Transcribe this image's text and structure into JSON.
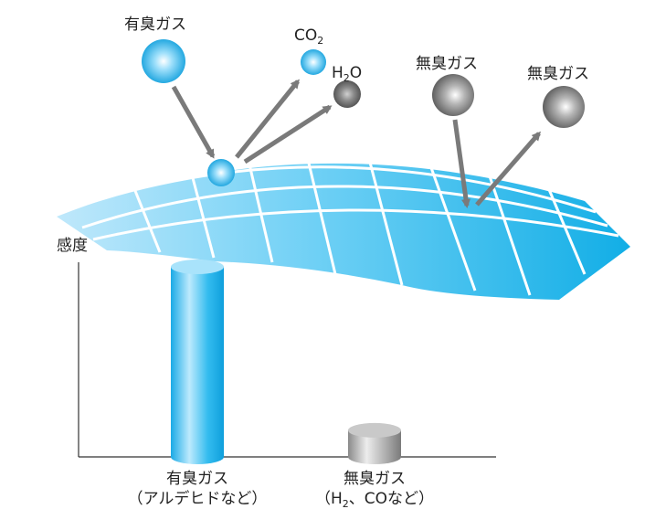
{
  "molecules": {
    "odor_gas": "有臭ガス",
    "co2": "CO",
    "co2_sub": "2",
    "h2o_h": "H",
    "h2o_sub": "2",
    "h2o_o": "O",
    "odorless_gas_1": "無臭ガス",
    "odorless_gas_2": "無臭ガス"
  },
  "colors": {
    "sensor_light": "#bfe8fb",
    "sensor_dark": "#12aee6",
    "odor_molecule": "#1ab0ea",
    "odorless_molecule": "#6b6b6b",
    "arrow": "#7a7a7a"
  },
  "chart_data": {
    "type": "bar",
    "ylabel": "感度",
    "categories": [
      {
        "line1": "有臭ガス",
        "line2": "（アルデヒドなど）"
      },
      {
        "line1": "無臭ガス",
        "line2_pre": "（H",
        "line2_sub": "2",
        "line2_post": "、COなど）"
      }
    ],
    "values": [
      1.0,
      0.14
    ],
    "bar_colors": [
      "#1ab0ea",
      "#9a9a9a"
    ]
  }
}
